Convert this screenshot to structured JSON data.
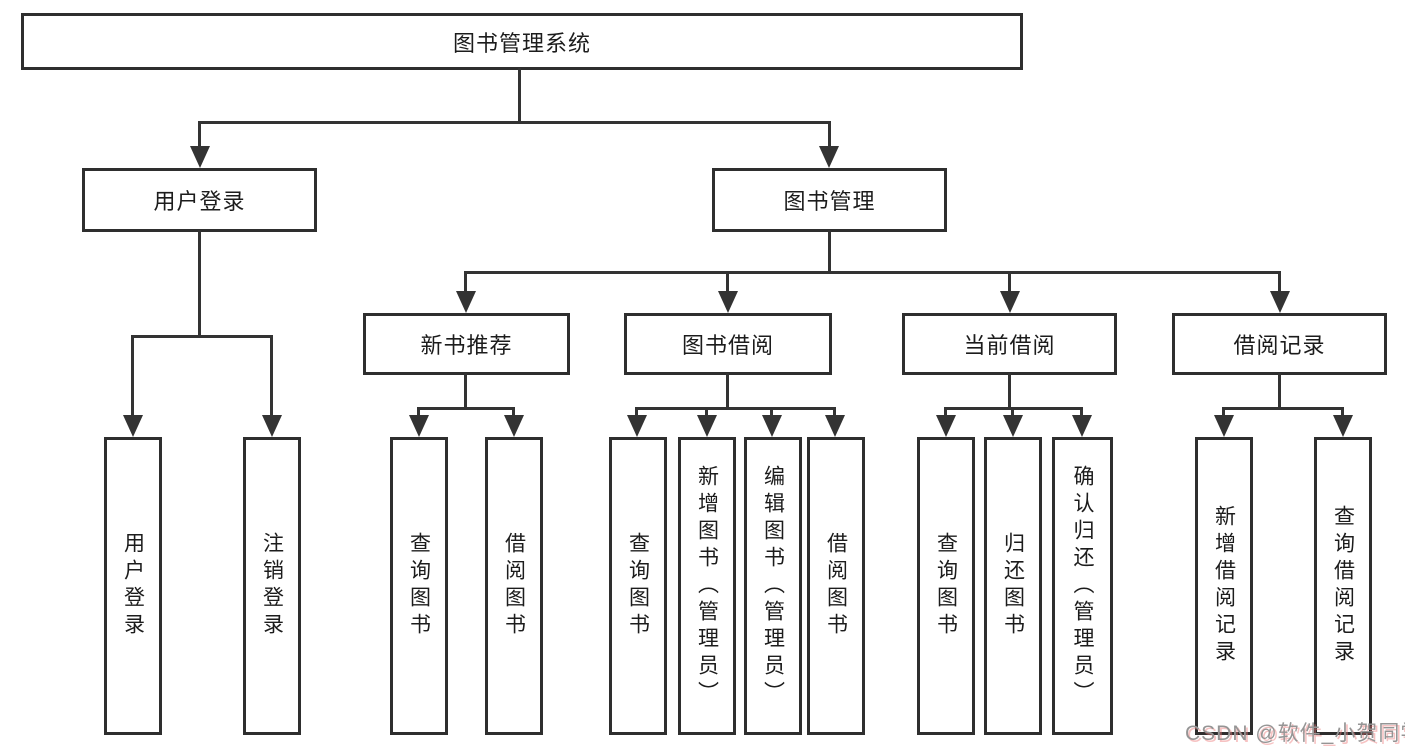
{
  "tree": {
    "root": {
      "label": "图书管理系统"
    },
    "level2": {
      "user_login": {
        "label": "用户登录"
      },
      "book_mgmt": {
        "label": "图书管理"
      }
    },
    "level3": {
      "new_books": {
        "label": "新书推荐"
      },
      "book_borrow": {
        "label": "图书借阅"
      },
      "current_borrow": {
        "label": "当前借阅"
      },
      "borrow_records": {
        "label": "借阅记录"
      }
    },
    "leaves": {
      "user_login_leaf": {
        "label": "用户登录"
      },
      "logout": {
        "label": "注销登录"
      },
      "query_books_new": {
        "label": "查询图书"
      },
      "borrow_books_new": {
        "label": "借阅图书"
      },
      "query_books_borrow": {
        "label": "查询图书"
      },
      "add_books": {
        "label": "新增图书（管理员）"
      },
      "edit_books": {
        "label": "编辑图书（管理员）"
      },
      "borrow_books_borrow": {
        "label": "借阅图书"
      },
      "query_books_current": {
        "label": "查询图书"
      },
      "return_books": {
        "label": "归还图书"
      },
      "confirm_return": {
        "label": "确认归还（管理员）"
      },
      "add_borrow_record": {
        "label": "新增借阅记录"
      },
      "query_borrow_record": {
        "label": "查询借阅记录"
      }
    }
  },
  "watermark": {
    "text": "CSDN @软件_小贺同学"
  },
  "colors": {
    "line": "#333333",
    "text": "#1c1c1c",
    "watermark": "#959595",
    "background": "#ffffff"
  }
}
